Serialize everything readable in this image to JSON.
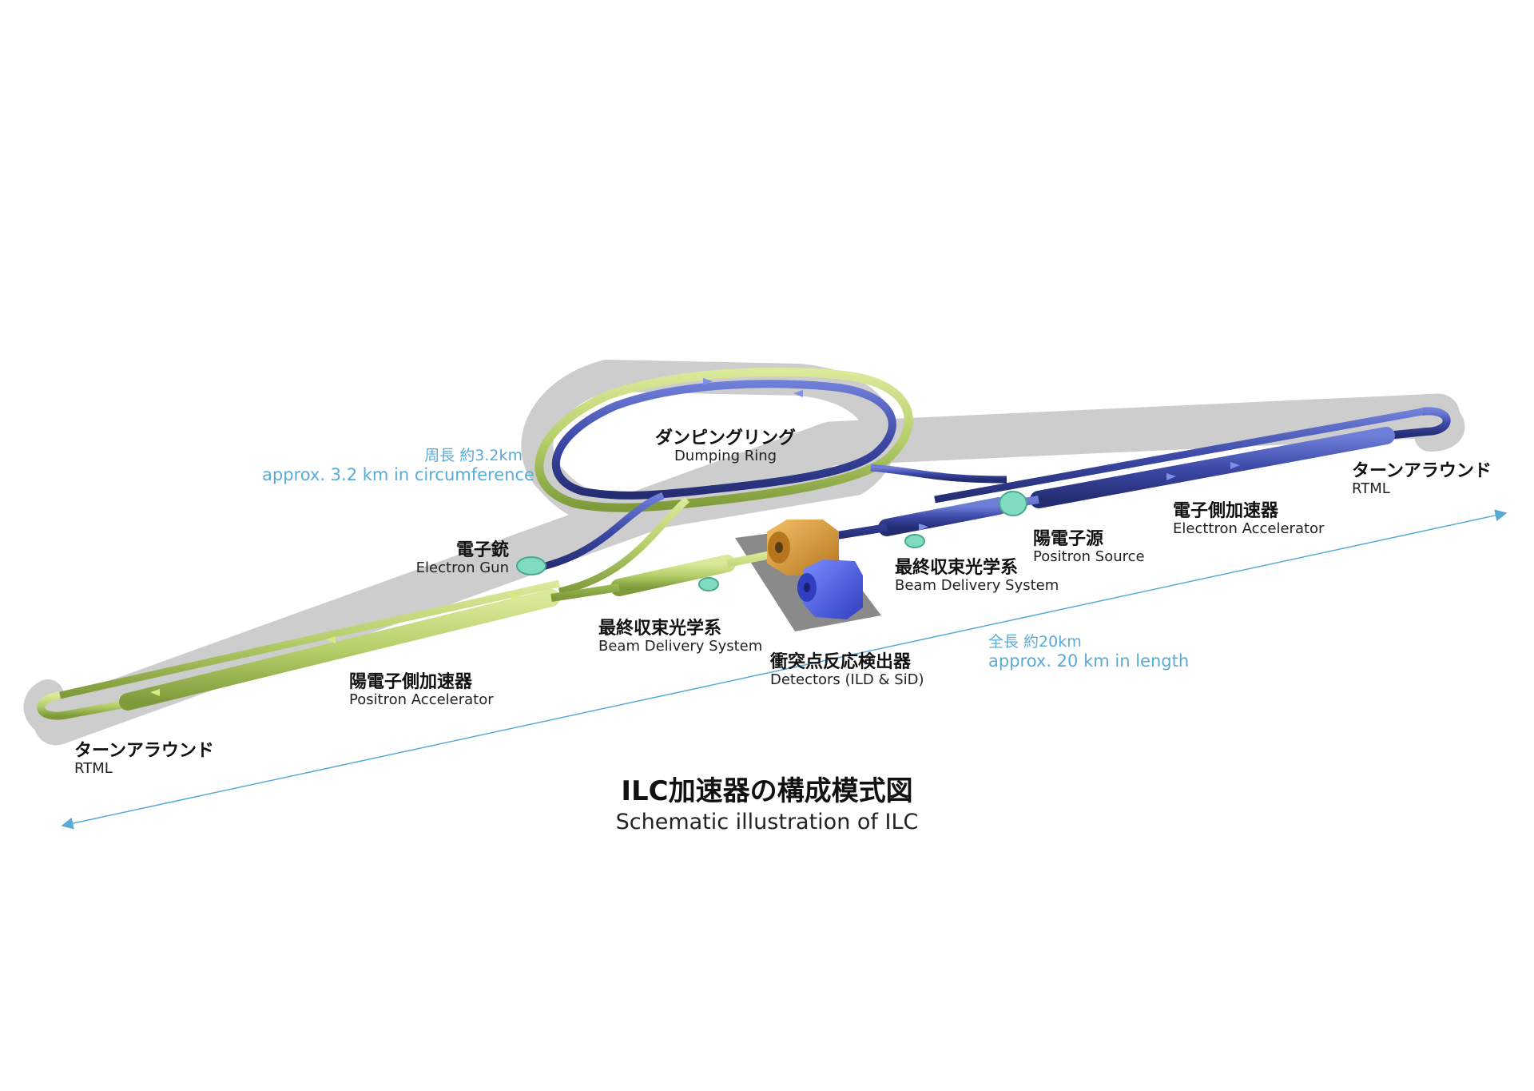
{
  "labels": {
    "damping_ring": {
      "jp": "ダンピングリング",
      "en": "Dumping Ring"
    },
    "ring_circumference": {
      "jp": "周長 約3.2km",
      "en": "approx. 3.2 km in circumference"
    },
    "electron_gun": {
      "jp": "電子銃",
      "en": "Electron Gun"
    },
    "bds_left": {
      "jp": "最終収束光学系",
      "en": "Beam Delivery System"
    },
    "bds_right": {
      "jp": "最終収束光学系",
      "en": "Beam Delivery System"
    },
    "positron_source": {
      "jp": "陽電子源",
      "en": "Positron Source"
    },
    "electron_accelerator": {
      "jp": "電子側加速器",
      "en": "Electtron Accelerator"
    },
    "positron_accelerator": {
      "jp": "陽電子側加速器",
      "en": "Positron Accelerator"
    },
    "detectors": {
      "jp": "衝突点反応検出器",
      "en": "Detectors (ILD & SiD)"
    },
    "turnaround_left": {
      "jp": "ターンアラウンド",
      "en": "RTML"
    },
    "turnaround_right": {
      "jp": "ターンアラウンド",
      "en": "RTML"
    },
    "total_length": {
      "jp": "全長 約20km",
      "en": "approx. 20 km in length"
    }
  },
  "title": {
    "jp": "ILC加速器の構成模式図",
    "en": "Schematic illustration of ILC"
  },
  "colors": {
    "positron_beamline": "#b5cf6a",
    "electron_beamline": "#3d4aa8",
    "detector_ild": "#d89a3a",
    "detector_sid": "#4a5ee0",
    "source_modules": "#7fdcc0",
    "dimension_arrows": "#5aaad6",
    "shadow": "#c8c8c8",
    "detector_hall": "#8a8a8a"
  }
}
